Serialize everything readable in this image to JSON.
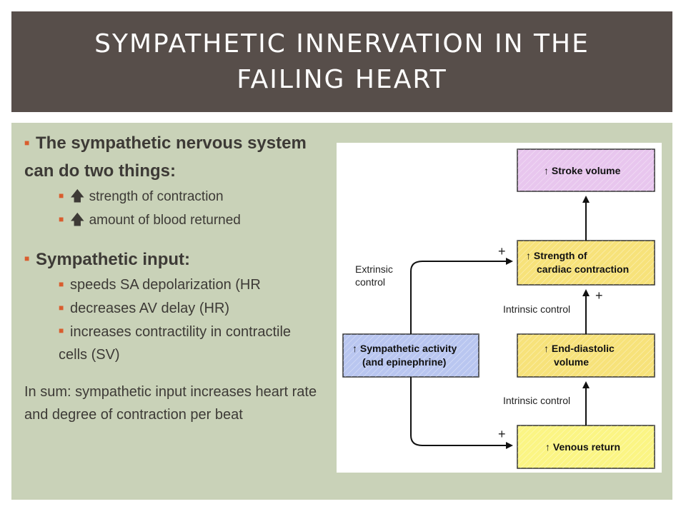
{
  "slide": {
    "title": "SYMPATHETIC INNERVATION IN THE FAILING HEART"
  },
  "text": {
    "point1": "The sympathetic nervous system can do two things:",
    "point1_sub": [
      "strength of contraction",
      "amount of blood returned"
    ],
    "point2": "Sympathetic input:",
    "point2_sub": [
      "speeds SA depolarization (HR",
      "decreases AV delay (HR)",
      "increases contractility in contractile cells (SV)"
    ],
    "summary": "In sum: sympathetic input increases heart rate and degree of contraction per beat"
  },
  "diagram": {
    "boxes": {
      "stroke_volume": "↑ Stroke volume",
      "strength_line1": "↑ Strength of",
      "strength_line2": "cardiac contraction",
      "edv_line1": "↑ End-diastolic",
      "edv_line2": "volume",
      "venous_return": "↑ Venous return",
      "sympathetic_line1": "↑ Sympathetic activity",
      "sympathetic_line2": "(and epinephrine)"
    },
    "labels": {
      "extrinsic_line1": "Extrinsic",
      "extrinsic_line2": "control",
      "intrinsic_upper": "Intrinsic control",
      "intrinsic_lower": "Intrinsic control",
      "plus": "+"
    },
    "colors": {
      "stroke_volume_fill": "#e8c6ee",
      "strength_fill": "#f7e27a",
      "edv_fill": "#f7e27a",
      "venous_fill": "#fbf584",
      "sympathetic_fill": "#b9c6f0"
    }
  },
  "colors": {
    "title_bg": "#574e4a",
    "content_bg": "#c9d2b8",
    "bullet": "#d95d2e"
  }
}
